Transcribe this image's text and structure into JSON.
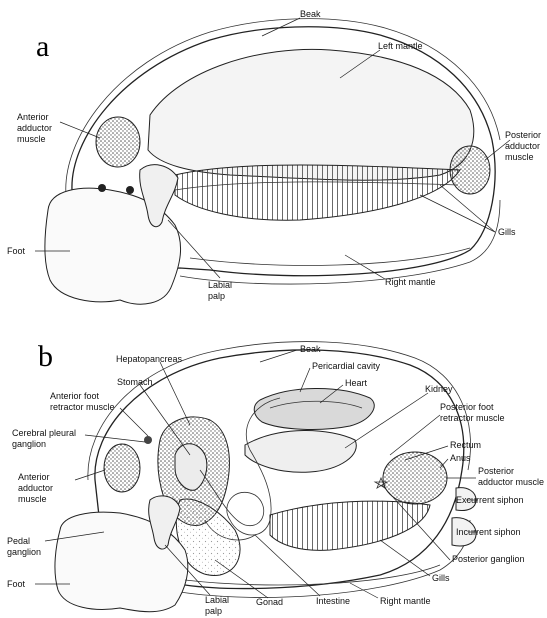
{
  "panel_a": {
    "letter": "a",
    "labels": {
      "beak": "Beak",
      "left_mantle": "Left mantle",
      "anterior_adductor_1": "Anterior",
      "anterior_adductor_2": "adductor",
      "anterior_adductor_3": "muscle",
      "posterior_adductor_1": "Posterior",
      "posterior_adductor_2": "adductor",
      "posterior_adductor_3": "muscle",
      "gills": "Gills",
      "foot": "Foot",
      "labial_palp_1": "Labial",
      "labial_palp_2": "palp",
      "right_mantle": "Right mantle"
    }
  },
  "panel_b": {
    "letter": "b",
    "labels": {
      "beak": "Beak",
      "hepatopancreas": "Hepatopancreas",
      "pericardial_cavity": "Pericardial cavity",
      "heart": "Heart",
      "stomach": "Stomach",
      "kidney": "Kidney",
      "anterior_foot_retractor_1": "Anterior foot",
      "anterior_foot_retractor_2": "retractor muscle",
      "posterior_foot_retractor_1": "Posterior foot",
      "posterior_foot_retractor_2": "retractor muscle",
      "cerebral_pleural_1": "Cerebral pleural",
      "cerebral_pleural_2": "ganglion",
      "rectum": "Rectum",
      "anus": "Anus",
      "anterior_adductor_1": "Anterior",
      "anterior_adductor_2": "adductor",
      "anterior_adductor_3": "muscle",
      "posterior_adductor_1": "Posterior",
      "posterior_adductor_2": "adductor muscle",
      "excurrent_siphon": "Excurrent siphon",
      "incurrent_siphon": "Incurrent siphon",
      "pedal_ganglion_1": "Pedal",
      "pedal_ganglion_2": "ganglion",
      "posterior_ganglion": "Posterior ganglion",
      "foot": "Foot",
      "gills": "Gills",
      "labial_palp_1": "Labial",
      "labial_palp_2": "palp",
      "gonad": "Gonad",
      "intestine": "Intestine",
      "right_mantle": "Right mantle"
    }
  },
  "colors": {
    "ink": "#222222",
    "stipple": "#bdbdbd",
    "organ_fill": "#e6e6e6",
    "muscle_fill": "#8a8a8a"
  }
}
